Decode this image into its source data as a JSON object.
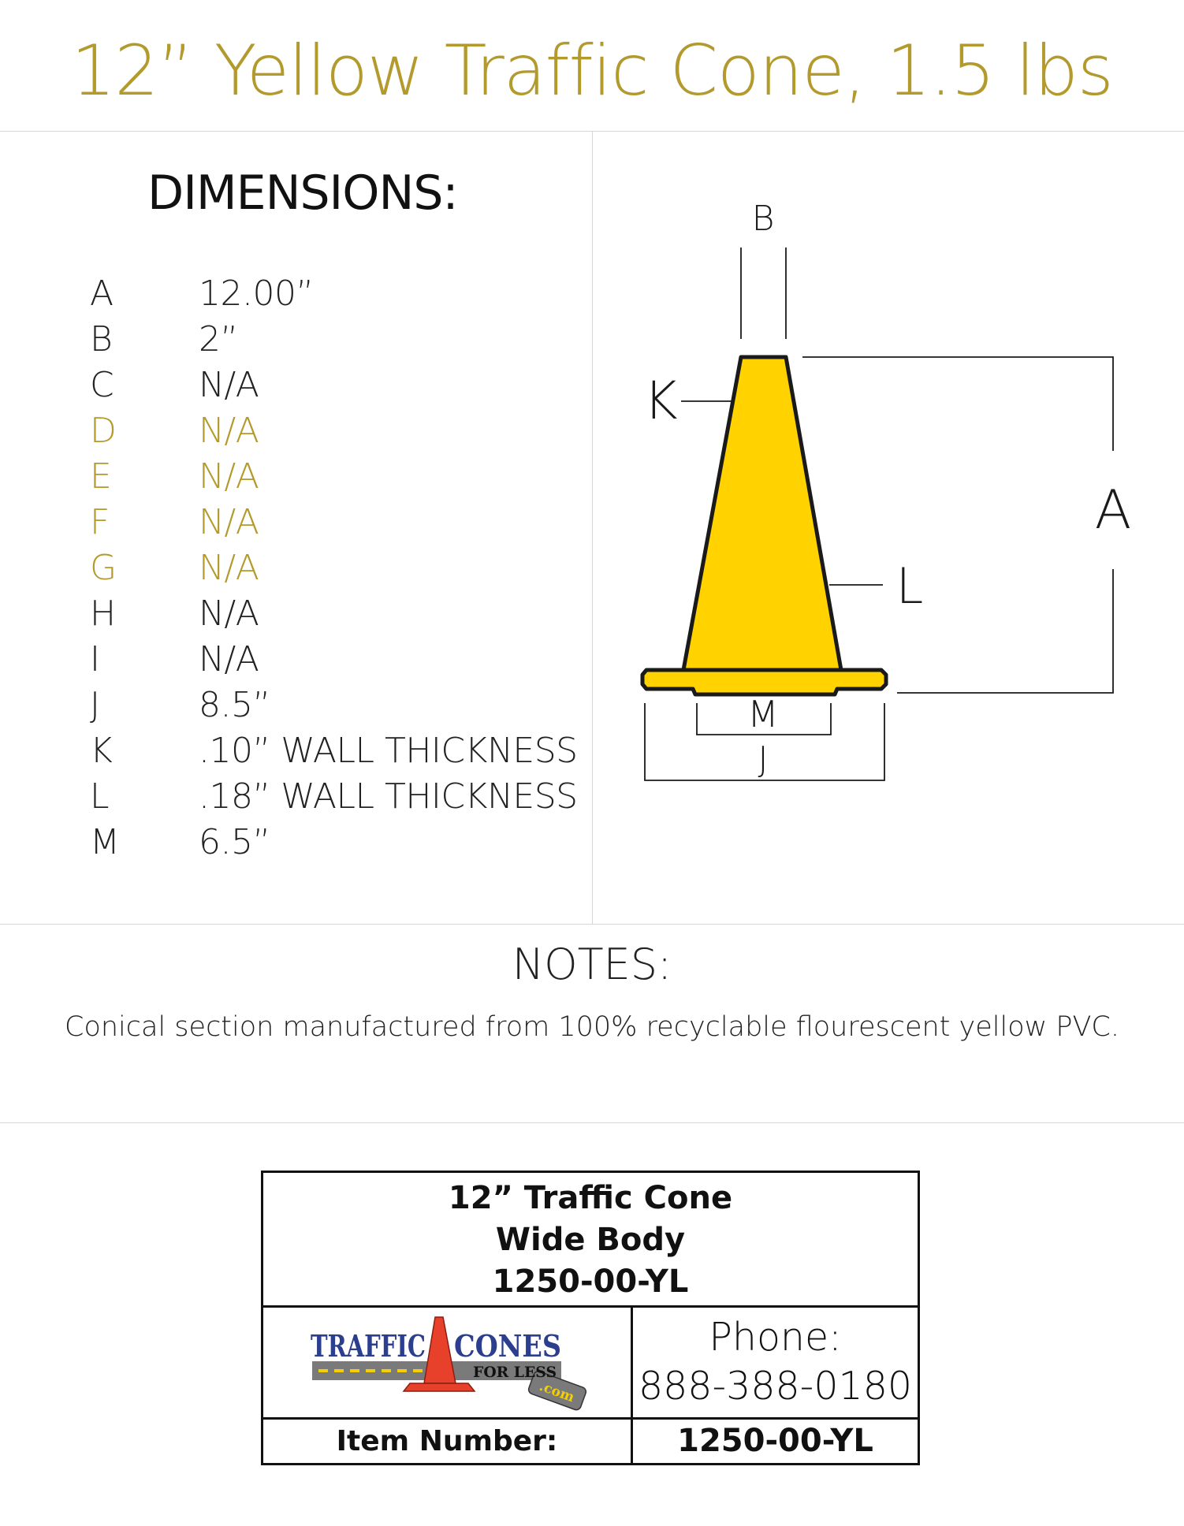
{
  "title": "12” Yellow Traffic Cone, 1.5 lbs",
  "dimensions_heading": "DIMENSIONS:",
  "dimensions": [
    {
      "key": "A",
      "value": "12.00”",
      "highlight": false
    },
    {
      "key": "B",
      "value": "2”",
      "highlight": false
    },
    {
      "key": "C",
      "value": "N/A",
      "highlight": false
    },
    {
      "key": "D",
      "value": "N/A",
      "highlight": true
    },
    {
      "key": "E",
      "value": "N/A",
      "highlight": true
    },
    {
      "key": "F",
      "value": "N/A",
      "highlight": true
    },
    {
      "key": "G",
      "value": "N/A",
      "highlight": true
    },
    {
      "key": "H",
      "value": "N/A",
      "highlight": false
    },
    {
      "key": "I",
      "value": "N/A",
      "highlight": false
    },
    {
      "key": "J",
      "value": "8.5”",
      "highlight": false
    },
    {
      "key": "K",
      "value": ".10” WALL THICKNESS",
      "highlight": false
    },
    {
      "key": "L",
      "value": ".18” WALL THICKNESS",
      "highlight": false
    },
    {
      "key": "M",
      "value": "6.5”",
      "highlight": false
    }
  ],
  "diagram": {
    "labels": {
      "A": "A",
      "B": "B",
      "J": "J",
      "K": "K",
      "L": "L",
      "M": "M"
    },
    "cone_color": "#ffd200",
    "outline_color": "#1a1a1a"
  },
  "notes": {
    "heading": "NOTES:",
    "text": "Conical section manufactured from 100% recyclable flourescent yellow PVC."
  },
  "info_box": {
    "product_lines": [
      "12” Traffic Cone",
      "Wide Body",
      "1250-00-YL"
    ],
    "logo": {
      "word_left": "TRAFFIC",
      "word_right": "CONES",
      "tagline": "FOR LESS",
      "tag": ".com",
      "colors": {
        "blue": "#2c3f8f",
        "red": "#e8412b",
        "gray": "#7a7a7a",
        "yellow": "#f4d000"
      }
    },
    "phone_label": "Phone:",
    "phone_number": "888-388-0180",
    "item_number_label": "Item Number:",
    "item_number": "1250-00-YL"
  },
  "colors": {
    "title_gold": "#b39a2c",
    "divider": "#d6d6d6"
  }
}
